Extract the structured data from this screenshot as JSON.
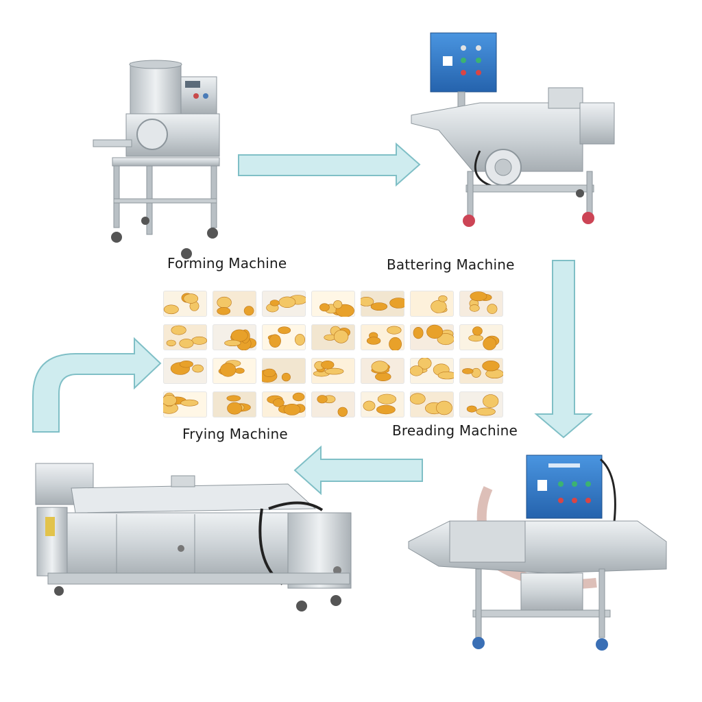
{
  "labels": {
    "forming": "Forming Machine",
    "battering": "Battering Machine",
    "breading": "Breading Machine",
    "frying": "Frying Machine"
  },
  "colors": {
    "arrow_fill": "#cfecef",
    "arrow_stroke": "#7fbfc6",
    "steel_light": "#dfe3e6",
    "steel_mid": "#b9c0c5",
    "steel_dark": "#8d969c",
    "panel_blue": "#2f78c8",
    "food_gold": "#e8a12a",
    "food_light": "#f3c766"
  },
  "food_tiles": {
    "rows": 4,
    "cols": 7
  }
}
